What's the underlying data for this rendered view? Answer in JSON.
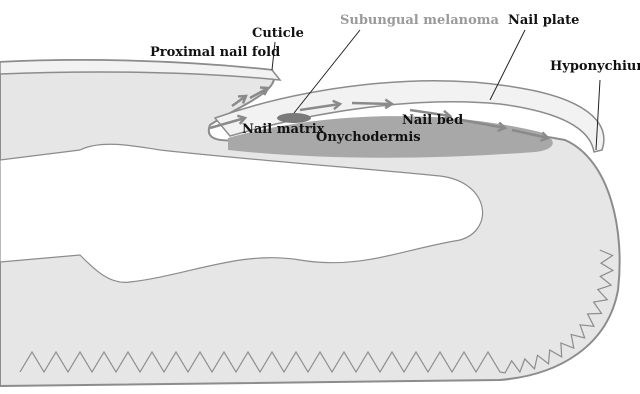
{
  "labels": {
    "cuticle": "Cuticle",
    "subungual_melanoma": "Subungual melanoma",
    "nail_plate": "Nail plate",
    "proximal_nail_fold": "Proximal nail fold",
    "hyponychium": "Hyponychium",
    "nail_matrix": "Nail matrix",
    "nail_bed": "Nail bed",
    "onychodermis": "Onychodermis"
  },
  "colors": {
    "skin": "#e6e6e6",
    "outline": "#8c8c8c",
    "nail_plate": "#f2f2f2",
    "nail_bed": "#a8a8a8",
    "bone": "#ffffff",
    "melanoma": "#7a7a7a",
    "arrow": "#8a8a8a",
    "label_grey": "#9a9a9a"
  }
}
